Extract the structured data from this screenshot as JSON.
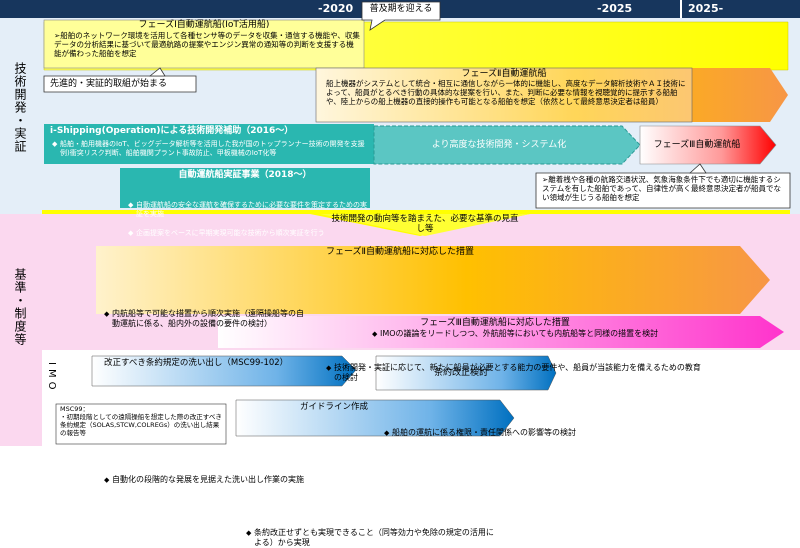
{
  "header": {
    "col_2020": "-2020",
    "col_2025": "-2025",
    "col_2025_plus": "2025-"
  },
  "rows": {
    "tech": "技術開発・実証",
    "standards": "基準・制度等",
    "imo": "IMO"
  },
  "callouts": {
    "spread": "普及期を迎える",
    "pioneer": "先進的・実証的取組が始まる"
  },
  "phase1": {
    "title": "フェーズⅠ自動運航船(IoT活用船)",
    "body": "船舶のネットワーク環境を活用して各種センサ等のデータを収集・通信する機能や、収集データの分析結果に基づいて最適航路の提案やエンジン異常の通知等の判断を支援する機能が備わった船舶を想定"
  },
  "phase2": {
    "title": "フェーズⅡ自動運航船",
    "body": "船上機器がシステムとして統合・相互に通信しながら一体的に機能し、高度なデータ解析技術やＡＩ技術によって、船員がとるべき行動の具体的な提案を行い、また、判断に必要な情報を視聴覚的に提示する船舶や、陸上からの船上機器の直接的操作も可能となる船舶を想定（依然として最終意思決定者は船員）"
  },
  "ishipping": {
    "title": "i-Shipping(Operation)による技術開発補助（2016～）",
    "bullet": "船舶・舶用機器のIoT、ビッグデータ解析等を活用した我が国のトップランナー技術の開発を支援 例)衝突リスク判断、船舶機関プラント事故防止、甲板機械のIoT化等"
  },
  "advanced_dev": "より高度な技術開発・システム化",
  "phase3_box": "フェーズⅢ自動運航船",
  "jisho": {
    "title": "自動運航船実証事業（2018～）",
    "bullets": [
      "自動運航船の安全な運航を確保するために必要な要件を策定するための実証を実施",
      "企画提案をベースに早期実現可能な技術から順次実証を行う"
    ]
  },
  "phase3_note": "離着桟や各種の航路交通状況、気象海象条件下でも適切に機能するシステムを有した船舶であって、自律性が高く最終意思決定者が船員でない領域が生じうる船舶を想定",
  "review": "技術開発の動向等を踏まえた、必要な基準の見直し等",
  "p2_measures": {
    "title": "フェーズⅡ自動運航船に対応した措置",
    "left": "内航船等で可能な措置から順次実施（遠隔操船等の自動運航に係る、船内外の設備の要件の検討）",
    "right1": "IMOの議論をリードしつつ、外航船等においても内航船等と同様の措置を検討",
    "right2": "技術開発・実証に応じて、新たに船員が必要とする能力の要件や、船員が当該能力を備えるための教育の検討"
  },
  "p3_measures": {
    "title": "フェーズⅢ自動運航船に対応した措置",
    "bullet": "船舶の運航に係る権限・責任関係への影響等の検討"
  },
  "imo_row": {
    "scoping_title": "改正すべき条約規定の洗い出し（MSC99-102）",
    "scoping_bullet": "自動化の段階的な発展を見据えた洗い出し作業の実施",
    "revision": "条約改正検討",
    "guideline_title": "ガイドライン作成",
    "guideline_bullet": "条約改正せずとも実現できること（同等効力や免除の規定の活用による）から実現",
    "msc99": "MSC99：\n・初期段階としての遠隔操船を想定した際の改正すべき条約規定（SOLAS,STCW,COLREGs）の洗い出し結果の報告等"
  }
}
